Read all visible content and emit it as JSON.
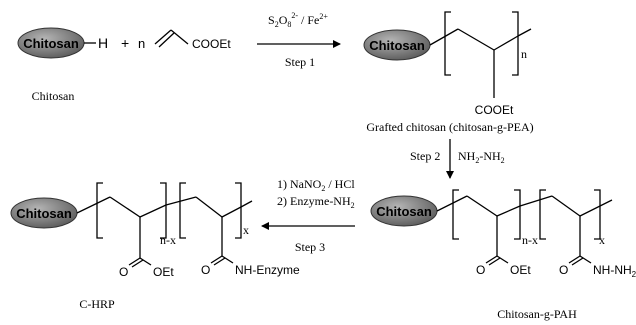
{
  "ellipse_label": "Chitosan",
  "ellipse_fill": "#7a7a7a",
  "reactant": {
    "bond_h": "H",
    "plus": "+",
    "n": "n",
    "ester": "COOEt",
    "name": "Chitosan"
  },
  "step1": {
    "reagent_prefix": "S",
    "reagent_sub1": "2",
    "reagent_o": "O",
    "reagent_sub2": "8",
    "reagent_sup1": "2-",
    "reagent_mid": " / Fe",
    "reagent_sup2": "2+",
    "label": "Step 1"
  },
  "grafted": {
    "repeat_n": "n",
    "ester": "COOEt",
    "name": "Grafted chitosan (chitosan-g-PEA)"
  },
  "step2": {
    "label": "Step 2",
    "reagent_a": "NH",
    "reagent_sub1": "2",
    "reagent_b": "-NH",
    "reagent_sub2": "2"
  },
  "pah": {
    "nx": "n-x",
    "x": "x",
    "ester_o": "O",
    "ester_oet": "OEt",
    "amide_o": "O",
    "amide_nh": "NH-NH",
    "amide_sub": "2",
    "name": "Chitosan-g-PAH"
  },
  "step3": {
    "reagent1": "1) NaNO",
    "reagent1_sub": "2",
    "reagent1_tail": " / HCl",
    "reagent2": "2) Enzyme-NH",
    "reagent2_sub": "2",
    "label": "Step 3"
  },
  "hrp": {
    "nx": "n-x",
    "x": "x",
    "ester_o": "O",
    "ester_oet": "OEt",
    "amide_o": "O",
    "amide_nh": "NH-Enzyme",
    "name": "C-HRP"
  }
}
